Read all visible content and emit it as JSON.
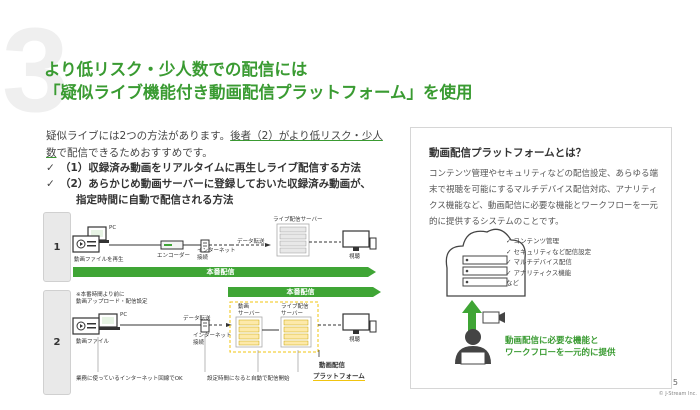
{
  "slide": {
    "number": "3",
    "title_line1": "より低リスク・少人数での配信には",
    "title_line2": "「疑似ライブ機能付き動画配信プラットフォーム」を使用",
    "intro_pre": "疑似ライブには2つの方法があります。",
    "intro_hl": "後者（2）がより低リスク・少人数",
    "intro_post": "で配信できるためおすすめです。",
    "ticks": [
      {
        "mark": "✓",
        "text": "（1）収録済み動画をリアルタイムに再生しライブ配信する方法"
      },
      {
        "mark": "✓",
        "text": "（2）あらかじめ動画サーバーに登録しておいた収録済み動画が、"
      }
    ],
    "tick_cont": "指定時間に自動で配信される方法",
    "page_number": "5",
    "copyright": "© J-Stream Inc."
  },
  "diagram": {
    "row1_num": "1",
    "row2_num": "2",
    "pc": "PC",
    "row1_file": "動画ファイルを再生",
    "encoder": "エンコーダー",
    "internet": "インターネット\n接続",
    "data_transfer": "データ転送",
    "live_server": "ライブ配信サーバー",
    "viewing": "視聴",
    "bar_row1": "本番配信",
    "bar_row2": "本番配信",
    "prior_note": "※本番時間より前に\n動画アップロード・配信設定",
    "row2_file": "動画ファイル",
    "video_server": "動画\nサーバー",
    "live_server2": "ライブ配信\nサーバー",
    "footnote_left": "業務に使っているインターネット回線でOK",
    "footnote_right": "設定時間になると自動で配信開始",
    "platform_l1": "動画配信",
    "platform_l2": "プラットフォーム"
  },
  "panel": {
    "title": "動画配信プラットフォームとは？",
    "body": "コンテンツ管理やセキュリティなどの配信設定、あらゆる端末で視聴を可能にするマルチデバイス配信対応、アナリティクス機能など、動画配信に必要な機能とワークフローを一元的に提供するシステムのことです。",
    "list": [
      "✓ コンテンツ管理",
      "✓ セキュリティなど配信設定",
      "✓ マルチデバイス配信",
      "✓ アナリティクス機能",
      "など"
    ],
    "caption_l1": "動画配信に必要な機能と",
    "caption_l2": "ワークフローを一元的に提供"
  },
  "colors": {
    "accent": "#3a9b32",
    "bar": "#3fa535",
    "highlight": "#f1c40f"
  }
}
